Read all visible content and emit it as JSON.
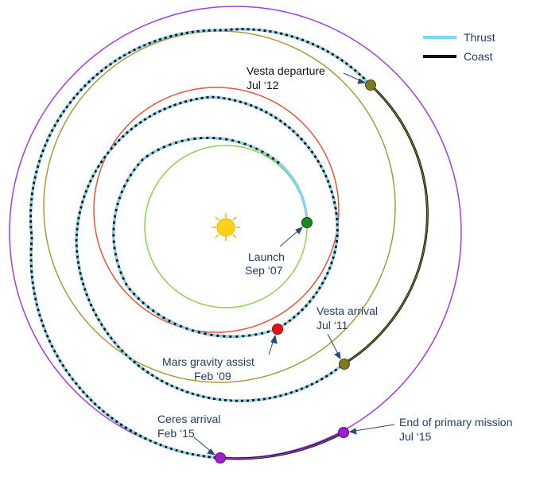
{
  "legend": {
    "thrust_label": "Thrust",
    "coast_label": "Coast",
    "thrust_color": "#7fd6f0",
    "coast_color": "#111111"
  },
  "orbits": {
    "earth_color": "#8fd14f",
    "mars_color": "#e4553a",
    "vesta_color": "#a89a3a",
    "ceres_color": "#a33fe0"
  },
  "events": {
    "launch": {
      "line1": "Launch",
      "line2": "Sep ‘07",
      "color": "#1a8a1a"
    },
    "mars_assist": {
      "line1": "Mars gravity assist",
      "line2": "Feb ‘09",
      "color": "#e81212"
    },
    "vesta_arrival": {
      "line1": "Vesta arrival",
      "line2": "Jul ‘11",
      "color": "#7e7a24"
    },
    "vesta_departure": {
      "line1": "Vesta departure",
      "line2": "Jul ‘12",
      "color": "#7e7a24"
    },
    "ceres_arrival": {
      "line1": "Ceres arrival",
      "line2": "Feb ‘15",
      "color": "#a020d0"
    },
    "end_mission": {
      "line1": "End of primary mission",
      "line2": "Jul ‘15",
      "color": "#a020d0"
    }
  },
  "sun": {
    "color": "#ffd21a"
  }
}
